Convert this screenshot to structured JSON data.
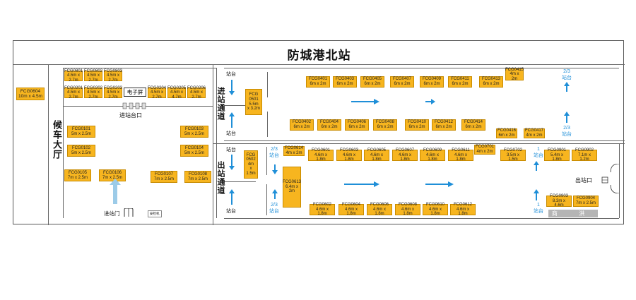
{
  "title": "防城港北站",
  "areas": {
    "waiting_hall": "候车大厅",
    "entry_passage": "进站通道",
    "exit_passage": "出站通道",
    "screen": "电子屏",
    "entry_gate_label": "进站台口",
    "entry_door": "进站门",
    "exit_door": "出站口",
    "security": "安检机",
    "gray_block": "商 洪"
  },
  "platform_labels": {
    "platform": "站台",
    "platform_23": "2/3\n站台",
    "platform_1": "1\n站台"
  },
  "booths": {
    "hall_left": {
      "code": "FCG0604",
      "size": "10m x 4.5m"
    },
    "top_row": [
      {
        "code": "FCG0801",
        "size": "4.5m x 2.7m"
      },
      {
        "code": "FCG0802",
        "size": "4.5m x 2.7m"
      },
      {
        "code": "FCG0803",
        "size": "4.5m x 2.7m"
      }
    ],
    "second_row_left": [
      {
        "code": "FCG0201",
        "size": "4.5m x 2.7m"
      },
      {
        "code": "FCG0202",
        "size": "4.5m x 2.7m"
      },
      {
        "code": "FCG0203",
        "size": "4.5m x 2.7m"
      }
    ],
    "second_row_right": [
      {
        "code": "FCG0204",
        "size": "4.5m x 2.7m"
      },
      {
        "code": "FCG0205",
        "size": "4.5m x 4.7m"
      },
      {
        "code": "FCG0206",
        "size": "4.5m x 2.7m"
      }
    ],
    "hall_mid": [
      {
        "code": "FCG0101",
        "size": "5m x 2.5m"
      },
      {
        "code": "FCG0103",
        "size": "5m x 2.5m"
      },
      {
        "code": "FCG0102",
        "size": "5m x 2.5m"
      },
      {
        "code": "FCG0104",
        "size": "5m x 2.5m"
      }
    ],
    "hall_bottom": [
      {
        "code": "FCG0105",
        "size": "7m x 2.5m"
      },
      {
        "code": "FCG0106",
        "size": "7m x 2.5m"
      },
      {
        "code": "FCG0107",
        "size": "7m x 2.5m"
      },
      {
        "code": "FCG0108",
        "size": "7m x 2.5m"
      }
    ],
    "entry_vertical": {
      "code": "FCG\n0501",
      "size": "5.5m\nx 3.2m"
    },
    "entry_top": [
      {
        "code": "FCG0401",
        "size": "6m x 2m"
      },
      {
        "code": "FCG0403",
        "size": "6m x 2m"
      },
      {
        "code": "FCG0405",
        "size": "6m x 2m"
      },
      {
        "code": "FCG0407",
        "size": "6m x 2m"
      },
      {
        "code": "FCG0409",
        "size": "6m x 2m"
      },
      {
        "code": "FCG0411",
        "size": "6m x 2m"
      },
      {
        "code": "FCG0413",
        "size": "6m x 2m"
      },
      {
        "code": "FCG0415",
        "size": "4m x 2m"
      }
    ],
    "entry_bottom": [
      {
        "code": "FCG0402",
        "size": "6m x 2m"
      },
      {
        "code": "FCG0404",
        "size": "6m x 2m"
      },
      {
        "code": "FCG0406",
        "size": "6m x 2m"
      },
      {
        "code": "FCG0408",
        "size": "6m x 2m"
      },
      {
        "code": "FCG0410",
        "size": "6m x 2m"
      },
      {
        "code": "FCG0412",
        "size": "6m x 2m"
      },
      {
        "code": "FCG0414",
        "size": "6m x 2m"
      },
      {
        "code": "FCG0416",
        "size": "6m x 2m"
      },
      {
        "code": "FCG0417",
        "size": "4m x 2m"
      }
    ],
    "exit_vertical_a": {
      "code": "FCG\n0502",
      "size": "4m\nx 1.5m"
    },
    "exit_vertical_b": {
      "code": "FCG0613",
      "size": "6.4m x\n2m"
    },
    "exit_top": [
      {
        "code": "FCG0614",
        "size": "4m x 2m"
      },
      {
        "code": "FCG0601",
        "size": "4.6m x 1.8m"
      },
      {
        "code": "FCG0603",
        "size": "4.6m x 1.8m"
      },
      {
        "code": "FCG0605",
        "size": "4.6m x 1.8m"
      },
      {
        "code": "FCG0607",
        "size": "4.6m x 1.8m"
      },
      {
        "code": "FCG0609",
        "size": "4.6m x 1.8m"
      },
      {
        "code": "FCG0611",
        "size": "4.6m x 1.8m"
      },
      {
        "code": "FCG0701",
        "size": "4m x 2m"
      },
      {
        "code": "FCG0702",
        "size": "3.5m x 1.5m"
      },
      {
        "code": "FCG0901",
        "size": "5.4m x 1.8m"
      },
      {
        "code": "FCG0902",
        "size": "7.1m x 1.2m"
      }
    ],
    "exit_bottom": [
      {
        "code": "FCG0602",
        "size": "4.6m x 1.8m"
      },
      {
        "code": "FCG0604",
        "size": "4.6m x 1.8m"
      },
      {
        "code": "FCG0606",
        "size": "4.6m x 1.8m"
      },
      {
        "code": "FCG0608",
        "size": "4.6m x 1.8m"
      },
      {
        "code": "FCG0610",
        "size": "4.6m x 1.8m"
      },
      {
        "code": "FCG0612",
        "size": "4.6m x 1.8m"
      },
      {
        "code": "FCG0903",
        "size": "8.3m x 4.6m"
      },
      {
        "code": "FCG0904",
        "size": "7m x 2.5m"
      }
    ]
  },
  "colors": {
    "booth": "#f7b51f",
    "arrow": "#1f8fd8"
  }
}
